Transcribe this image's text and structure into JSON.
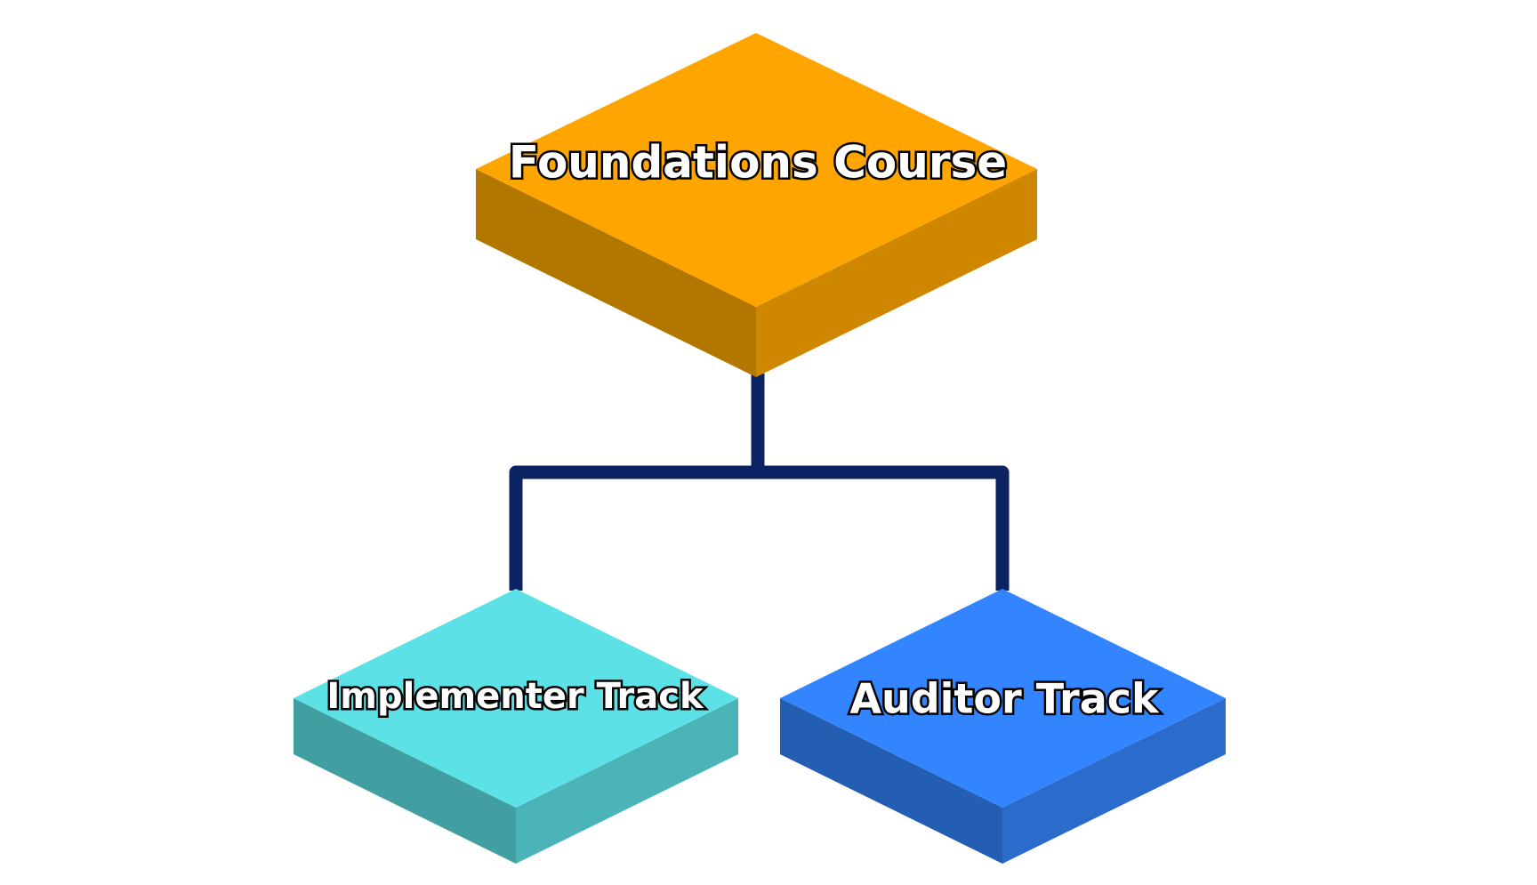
{
  "diagram": {
    "nodes": {
      "foundations": {
        "label": "Foundations Course",
        "top_color": "#FFA500",
        "left_color": "#B37700",
        "right_color": "#CF8700"
      },
      "implementer": {
        "label": "Implementer Track",
        "top_color": "#5CE1E6",
        "left_color": "#419FA2",
        "right_color": "#4BB4B8"
      },
      "auditor": {
        "label": "Auditor Track",
        "top_color": "#3385FF",
        "left_color": "#245EB2",
        "right_color": "#2A6BCC"
      }
    },
    "connector_color": "#0B2263",
    "edges": [
      {
        "from": "Foundations Course",
        "to": "Implementer Track"
      },
      {
        "from": "Foundations Course",
        "to": "Auditor Track"
      }
    ]
  }
}
